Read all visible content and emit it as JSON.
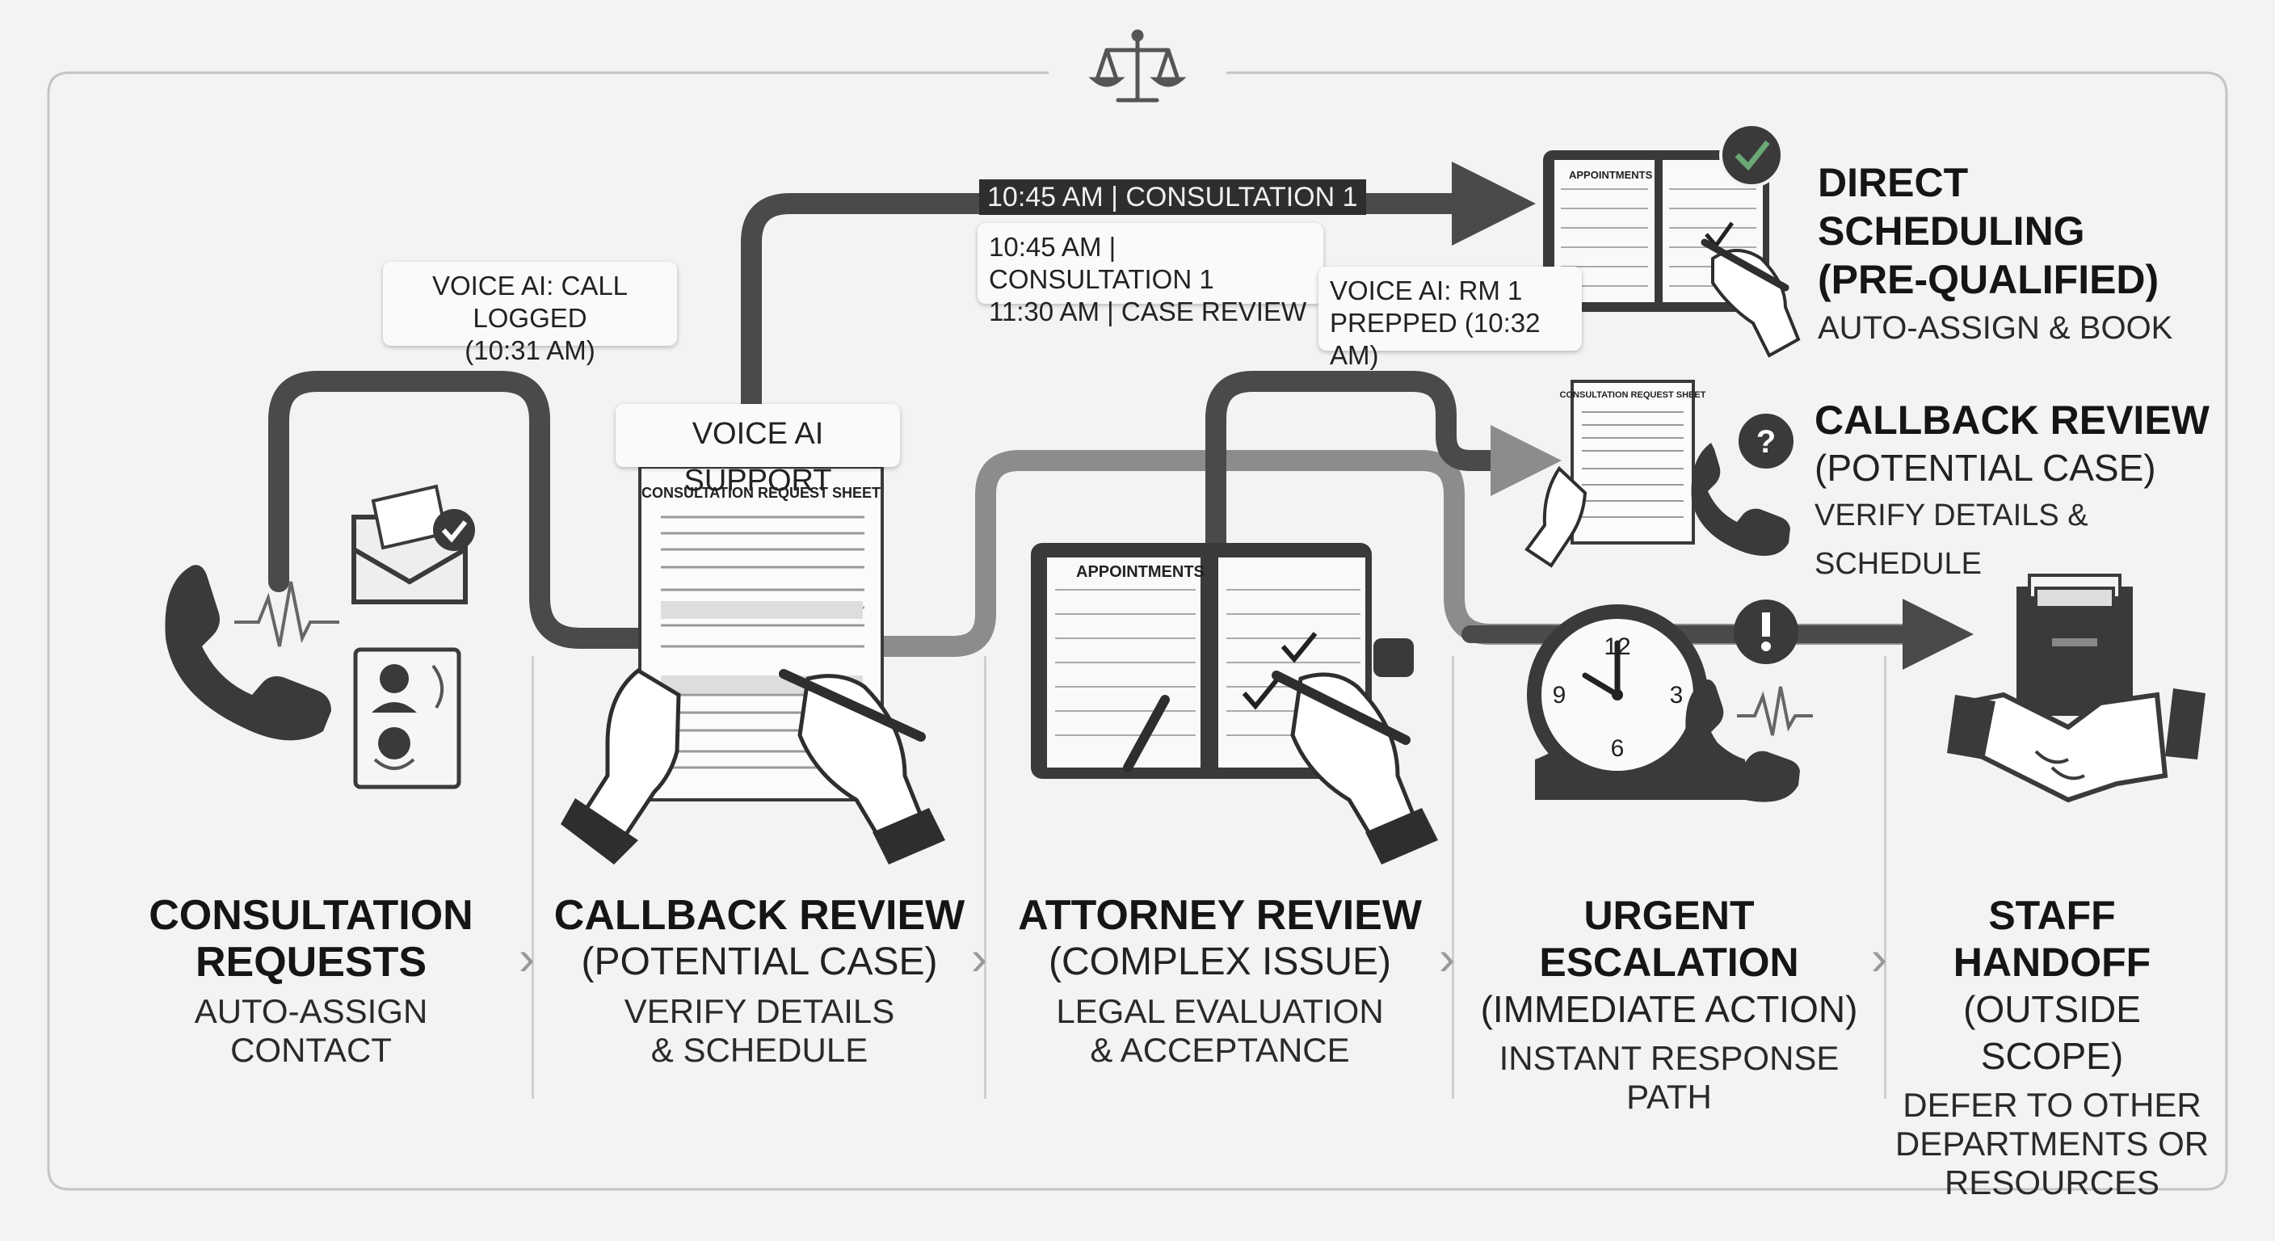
{
  "callouts": {
    "call_logged": "VOICE AI: CALL LOGGED\n(10:31 AM)",
    "voice_ai_support": "VOICE AI SUPPORT",
    "consultation_badge": "10:45 AM | CONSULTATION 1",
    "schedule_list": "10:45 AM | CONSULTATION 1\n11:30 AM | CASE REVIEW",
    "rm_prepped": "VOICE AI: RM 1\nPREPPED (10:32 AM)"
  },
  "documents": {
    "sheet_title": "CONSULTATION REQUEST SHEET",
    "planner_title": "APPOINTMENTS"
  },
  "outcomes": [
    {
      "title_1": "DIRECT SCHEDULING",
      "title_2": "(PRE-QUALIFIED)",
      "desc": "AUTO-ASSIGN & BOOK",
      "status": "check"
    },
    {
      "title_1": "CALLBACK REVIEW",
      "title_2": "(POTENTIAL CASE)",
      "desc": "VERIFY DETAILS & SCHEDULE",
      "status": "question"
    }
  ],
  "stages": [
    {
      "title": "CONSULTATION\nREQUESTS",
      "subtitle": "",
      "desc": "AUTO-ASSIGN\nCONTACT"
    },
    {
      "title": "CALLBACK REVIEW",
      "subtitle": "(POTENTIAL CASE)",
      "desc": "VERIFY DETAILS\n& SCHEDULE"
    },
    {
      "title": "ATTORNEY REVIEW",
      "subtitle": "(COMPLEX ISSUE)",
      "desc": "LEGAL EVALUATION\n& ACCEPTANCE"
    },
    {
      "title": "URGENT ESCALATION",
      "subtitle": "(IMMEDIATE ACTION)",
      "desc": "INSTANT RESPONSE\nPATH"
    },
    {
      "title": "STAFF HANDOFF",
      "subtitle": "(OUTSIDE SCOPE)",
      "desc": "DEFER TO OTHER\nDEPARTMENTS OR\nRESOURCES"
    }
  ],
  "colors": {
    "background": "#f3f3f3",
    "dark_flow": "#4a4a4a",
    "light_flow": "#8c8c8c",
    "accent_green": "#3c6b48",
    "frame": "#c8c8c8"
  },
  "icons": {
    "header": "scales-of-justice-icon",
    "intake": [
      "phone-icon",
      "envelope-check-icon",
      "profile-card-icon"
    ],
    "callback": "clipboard-form-icon",
    "attorney": "appointment-planner-icon",
    "urgent": [
      "alarm-clock-icon",
      "alert-icon",
      "phone-icon"
    ],
    "handoff": [
      "file-box-icon",
      "handshake-icon"
    ]
  }
}
